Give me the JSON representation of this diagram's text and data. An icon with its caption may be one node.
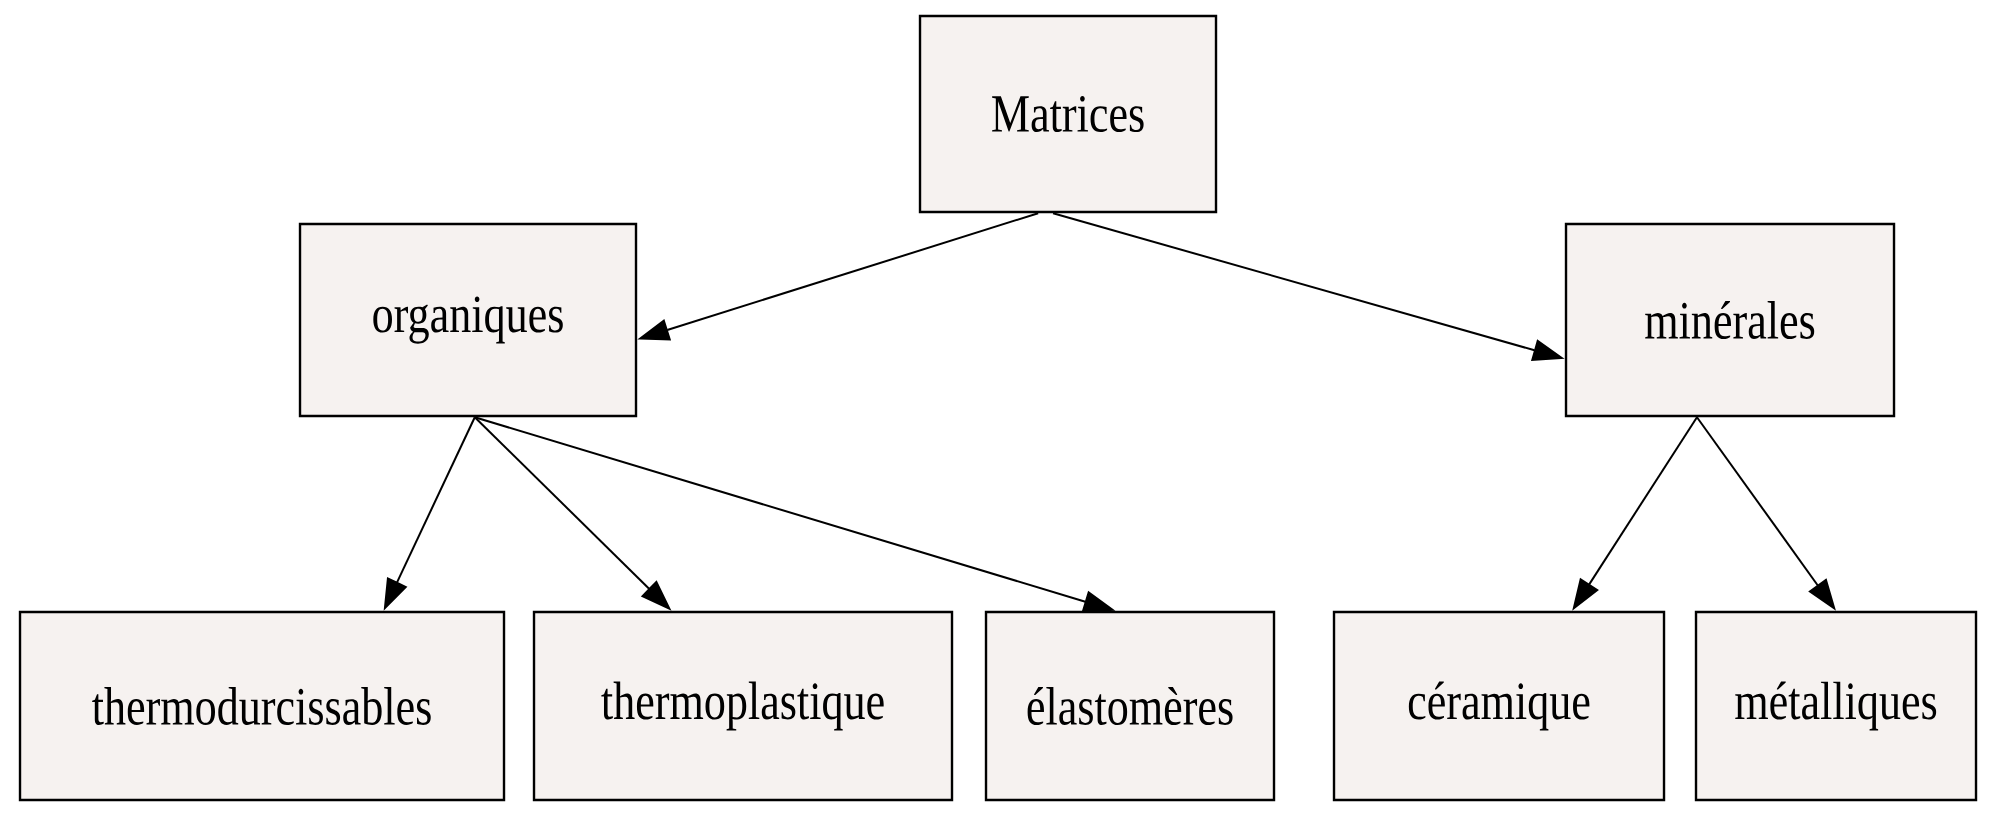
{
  "diagram": {
    "nodes": [
      {
        "text": [
          "Matrices"
        ]
      },
      {
        "text": [
          "organiques"
        ]
      },
      {
        "text": [
          "minérales"
        ]
      },
      {
        "text": [
          "thermodurcissables"
        ]
      },
      {
        "text": [
          "thermoplastique"
        ]
      },
      {
        "text": [
          "élastomères"
        ]
      },
      {
        "text": [
          "céramique"
        ]
      },
      {
        "text": [
          "métalliques"
        ]
      }
    ],
    "edges": [
      {
        "from": 0,
        "to": 1,
        "arrow": "to"
      },
      {
        "from": 0,
        "to": 2,
        "arrow": "to"
      },
      {
        "from": 1,
        "to": 3,
        "arrow": "to"
      },
      {
        "from": 1,
        "to": 4,
        "arrow": "to"
      },
      {
        "from": 1,
        "to": 5,
        "arrow": "to"
      },
      {
        "from": 2,
        "to": 6,
        "arrow": "to"
      },
      {
        "from": 2,
        "to": 7,
        "arrow": "to"
      }
    ]
  }
}
